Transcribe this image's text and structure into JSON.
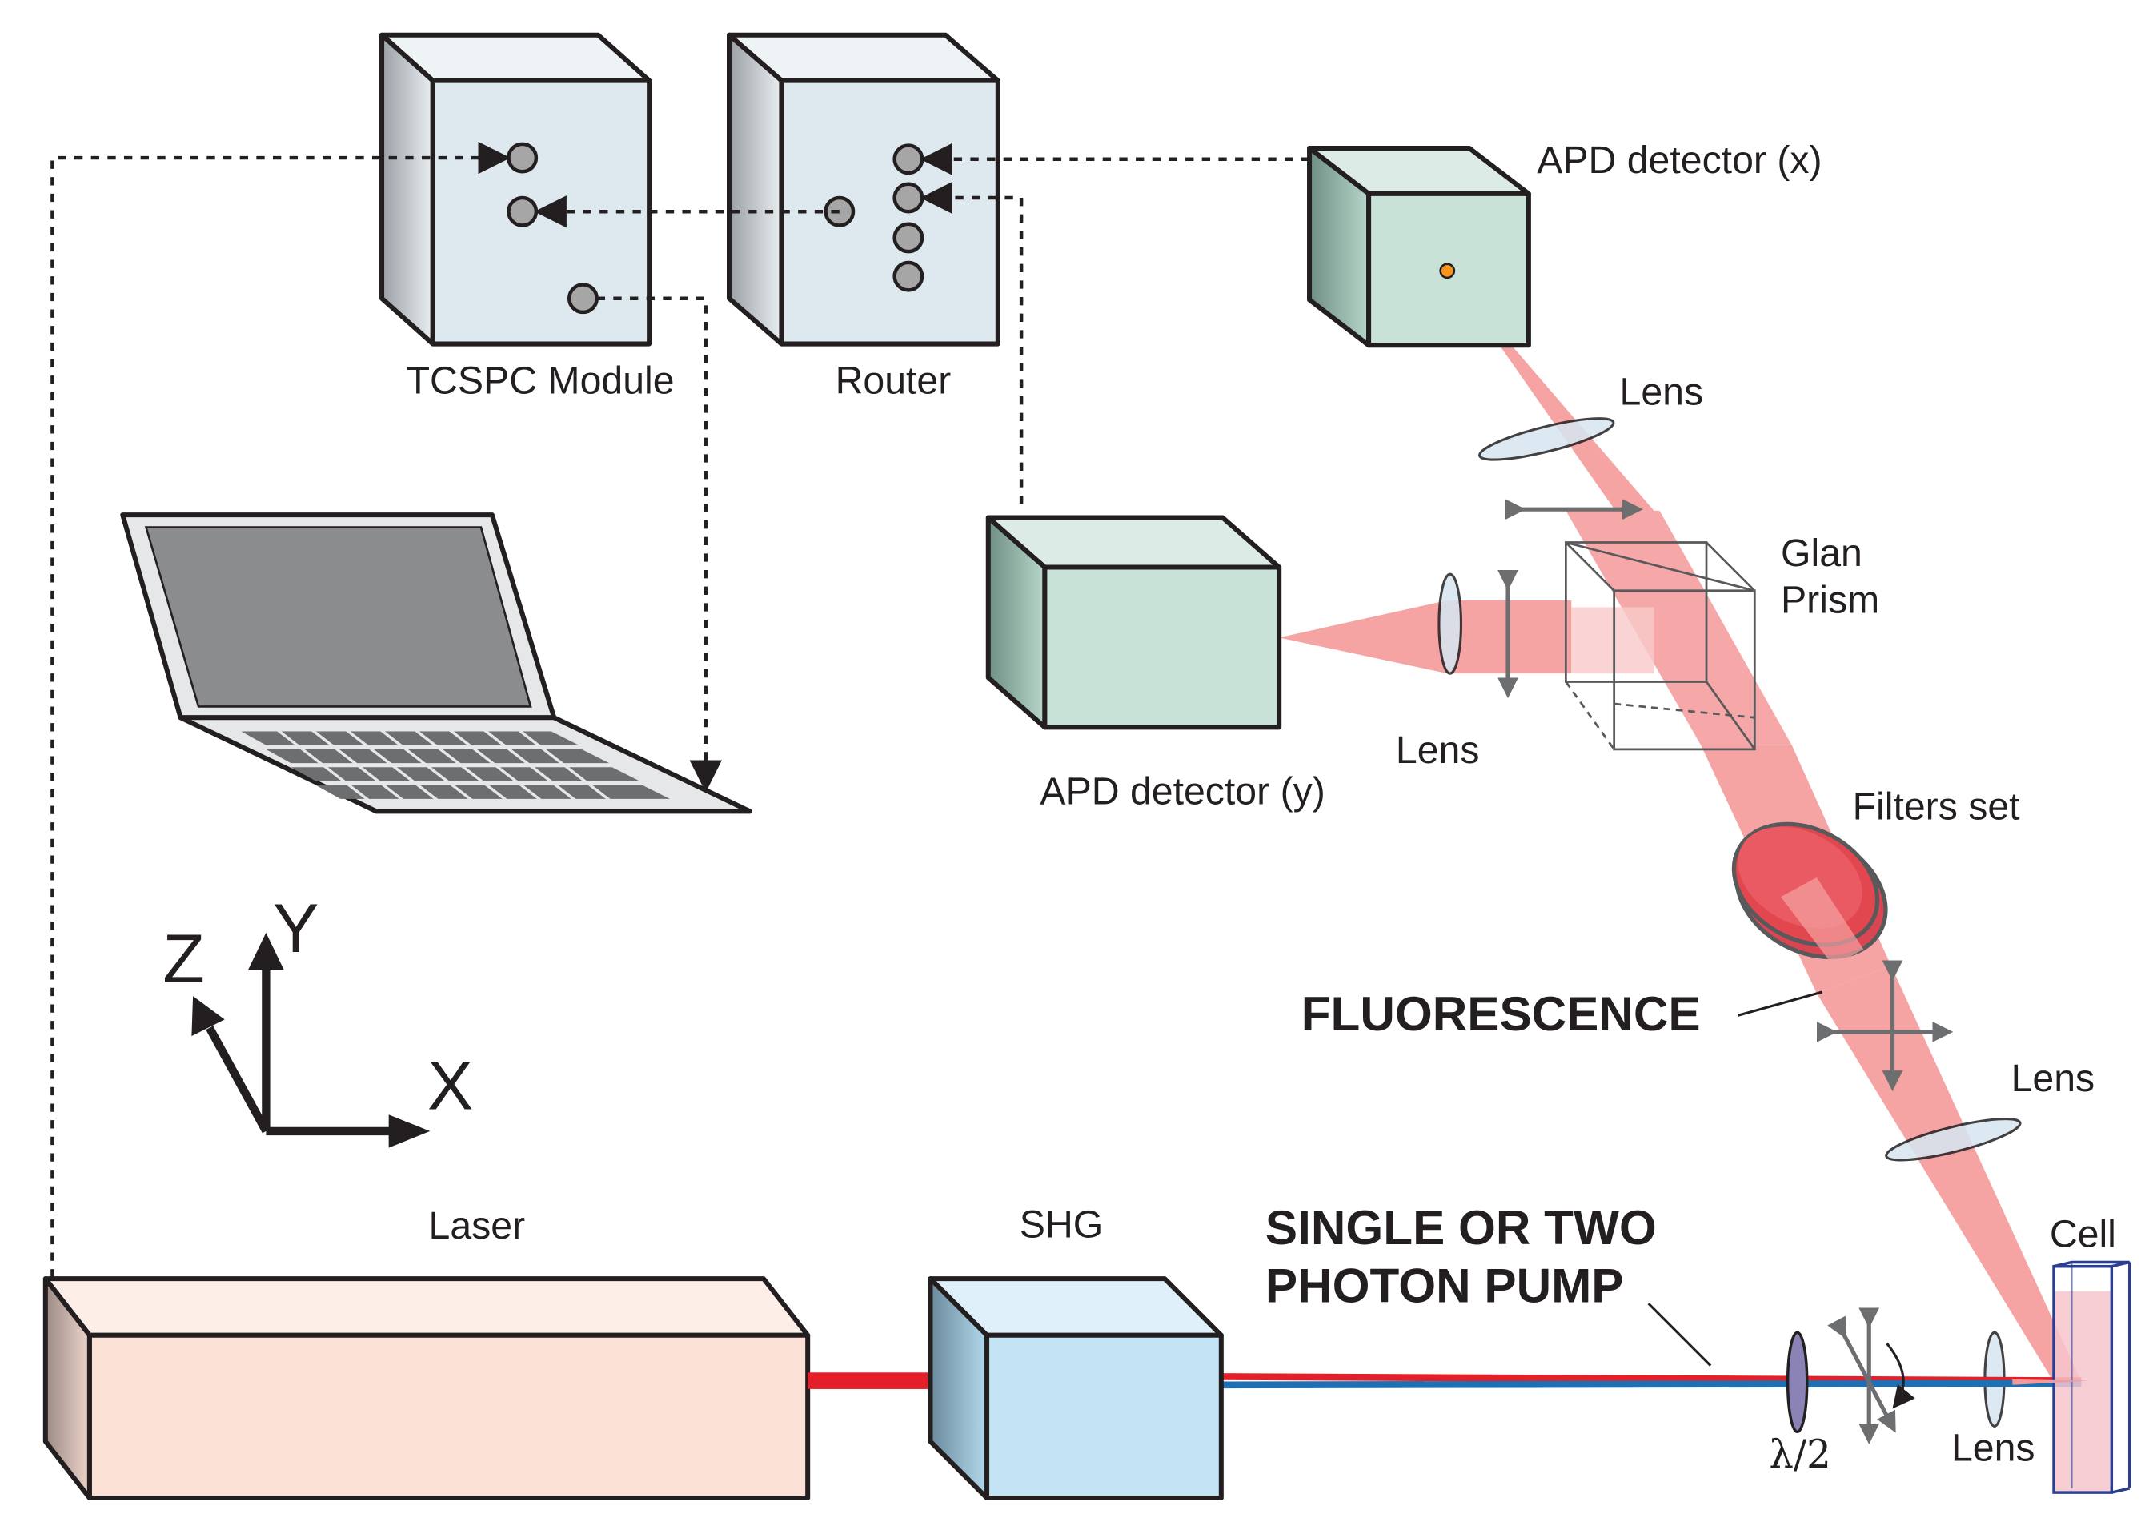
{
  "labels": {
    "tcspc": "TCSPC Module",
    "router": "Router",
    "apd_x": "APD detector (x)",
    "apd_y": "APD detector (y)",
    "lens": "Lens",
    "glan_1": "Glan",
    "glan_2": "Prism",
    "filters": "Filters set",
    "fluorescence": "FLUORESCENCE",
    "laser": "Laser",
    "shg": "SHG",
    "pump_1": "SINGLE OR TWO",
    "pump_2": "PHOTON PUMP",
    "half_wave": "λ/2",
    "cell": "Cell",
    "axis_x": "X",
    "axis_y": "Y",
    "axis_z": "Z"
  },
  "colors": {
    "box_gray": "#dde8ef",
    "box_green": "#c8e2d8",
    "laser_body": "#fbe0d6",
    "shg_body": "#c4e4f5",
    "beam_red": "#e3202a",
    "beam_blue": "#1f6fb3",
    "fluorescence": "#f29a9a",
    "filter": "#e2474f"
  }
}
